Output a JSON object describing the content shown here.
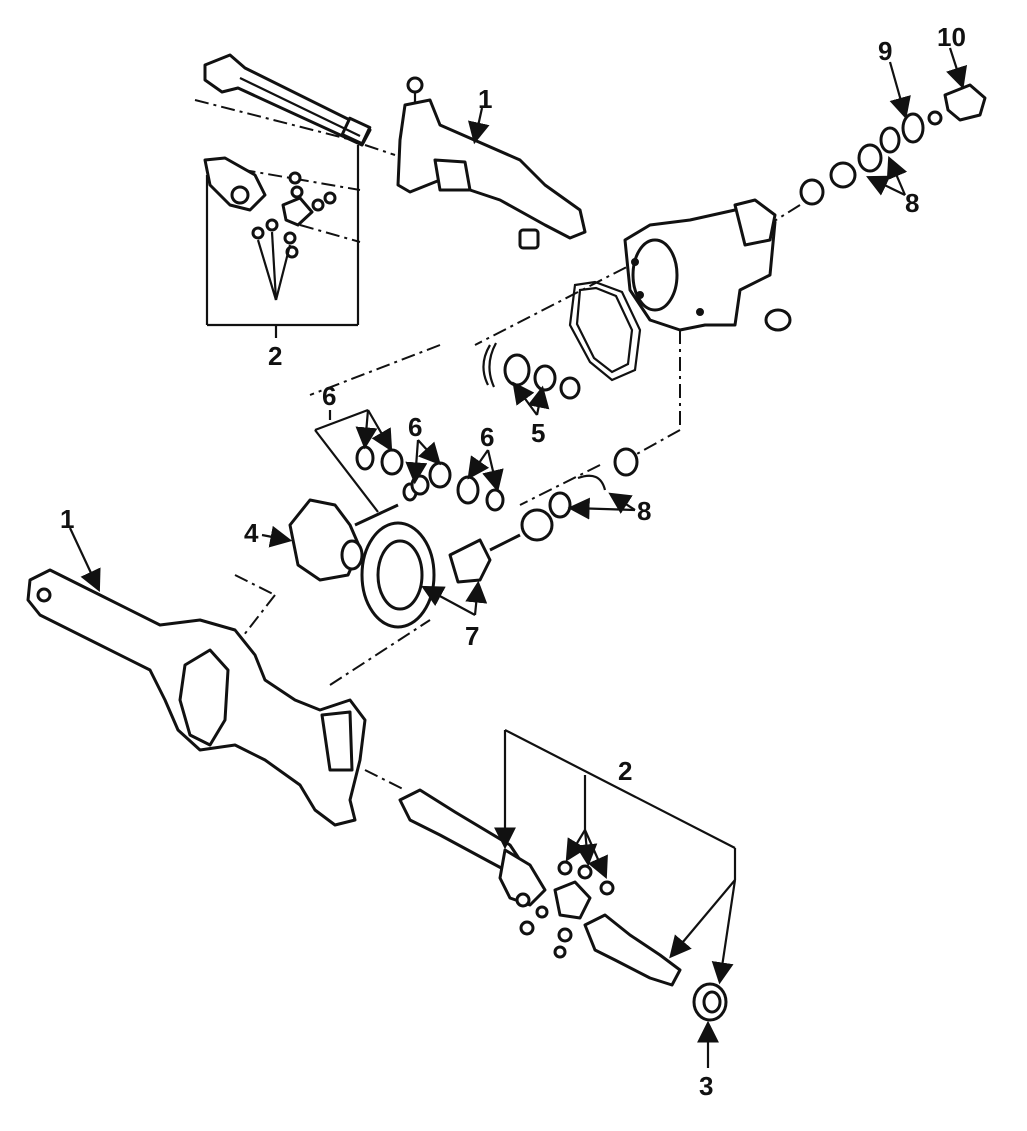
{
  "callouts": {
    "c1_top": "1",
    "c1_left": "1",
    "c2_top": "2",
    "c2_bottom": "2",
    "c3": "3",
    "c4": "4",
    "c5": "5",
    "c6_a": "6",
    "c6_b": "6",
    "c6_c": "6",
    "c7": "7",
    "c8_top": "8",
    "c8_mid": "8",
    "c9": "9",
    "c10": "10"
  }
}
